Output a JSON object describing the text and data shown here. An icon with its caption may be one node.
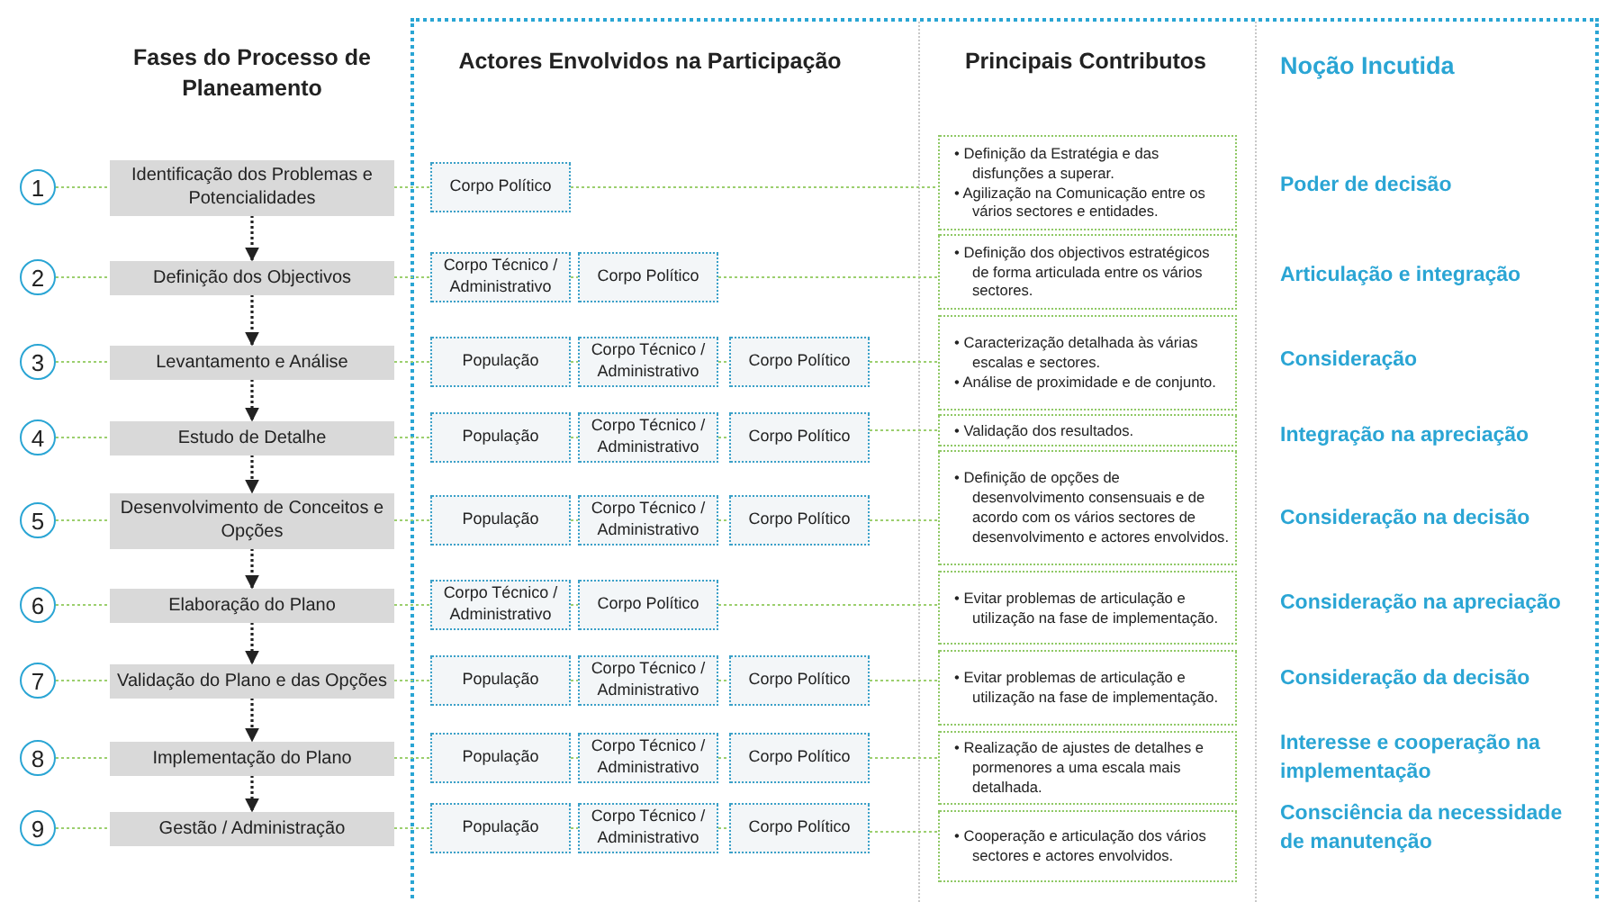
{
  "diagram": {
    "nodes": [
      {
        "text": [
          "1"
        ]
      },
      {
        "text": [
          "Identificação dos Problemas e Potencialidades"
        ]
      },
      {
        "text": [
          "Corpo Político"
        ]
      },
      {
        "text": [
          "• Definição da Estratégia e das disfunções a superar.",
          "• Agilização na Comunicação entre os vários sectores e entidades."
        ]
      },
      {
        "text": [
          "2"
        ]
      },
      {
        "text": [
          "Definição dos Objectivos"
        ]
      },
      {
        "text": [
          "Corpo Técnico / Administrativo"
        ]
      },
      {
        "text": [
          "Corpo Político"
        ]
      },
      {
        "text": [
          "• Definição dos objectivos estratégicos de forma articulada entre os vários sectores."
        ]
      },
      {
        "text": [
          "3"
        ]
      },
      {
        "text": [
          "Levantamento e Análise"
        ]
      },
      {
        "text": [
          "População"
        ]
      },
      {
        "text": [
          "Corpo Técnico / Administrativo"
        ]
      },
      {
        "text": [
          "Corpo Político"
        ]
      },
      {
        "text": [
          "• Caracterização detalhada às várias escalas e sectores.",
          "• Análise de proximidade e de conjunto."
        ]
      },
      {
        "text": [
          "4"
        ]
      },
      {
        "text": [
          "Estudo de Detalhe"
        ]
      },
      {
        "text": [
          "População"
        ]
      },
      {
        "text": [
          "Corpo Técnico / Administrativo"
        ]
      },
      {
        "text": [
          "Corpo Político"
        ]
      },
      {
        "text": [
          "• Validação dos resultados."
        ]
      },
      {
        "text": [
          "5"
        ]
      },
      {
        "text": [
          "Desenvolvimento de Conceitos e Opções"
        ]
      },
      {
        "text": [
          "População"
        ]
      },
      {
        "text": [
          "Corpo Técnico / Administrativo"
        ]
      },
      {
        "text": [
          "Corpo Político"
        ]
      },
      {
        "text": [
          "• Definição de opções de desenvolvimento consensuais e de acordo com os vários sectores de desenvolvimento e actores envolvidos."
        ]
      },
      {
        "text": [
          "6"
        ]
      },
      {
        "text": [
          "Elaboração do Plano"
        ]
      },
      {
        "text": [
          "Corpo Técnico / Administrativo"
        ]
      },
      {
        "text": [
          "Corpo Político"
        ]
      },
      {
        "text": [
          "• Evitar problemas de articulação e utilização na fase de implementação."
        ]
      },
      {
        "text": [
          "7"
        ]
      },
      {
        "text": [
          "Validação do Plano e das Opções"
        ]
      },
      {
        "text": [
          "População"
        ]
      },
      {
        "text": [
          "Corpo Técnico / Administrativo"
        ]
      },
      {
        "text": [
          "Corpo Político"
        ]
      },
      {
        "text": [
          "• Evitar problemas de articulação e utilização na fase de implementação."
        ]
      },
      {
        "text": [
          "8"
        ]
      },
      {
        "text": [
          "Implementação do Plano"
        ]
      },
      {
        "text": [
          "População"
        ]
      },
      {
        "text": [
          "Corpo Técnico / Administrativo"
        ]
      },
      {
        "text": [
          "Corpo Político"
        ]
      },
      {
        "text": [
          "• Realização de ajustes de detalhes e pormenores a uma escala mais detalhada."
        ]
      },
      {
        "text": [
          "9"
        ]
      },
      {
        "text": [
          "Gestão / Administração"
        ]
      },
      {
        "text": [
          "População"
        ]
      },
      {
        "text": [
          "Corpo Técnico / Administrativo"
        ]
      },
      {
        "text": [
          "Corpo Político"
        ]
      },
      {
        "text": [
          "• Cooperação e articulação dos vários sectores e actores envolvidos."
        ]
      }
    ],
    "edges": [
      {
        "from": 0,
        "to": 1,
        "arrow": "none"
      },
      {
        "from": 1,
        "to": 2,
        "arrow": "none"
      },
      {
        "from": 2,
        "to": 3,
        "arrow": "none"
      },
      {
        "from": 1,
        "to": 5,
        "arrow": "to",
        "color": "#222222"
      },
      {
        "from": 4,
        "to": 5,
        "arrow": "none"
      },
      {
        "from": 5,
        "to": 6,
        "arrow": "none"
      },
      {
        "from": 6,
        "to": 7,
        "arrow": "none"
      },
      {
        "from": 7,
        "to": 8,
        "arrow": "none"
      },
      {
        "from": 5,
        "to": 10,
        "arrow": "to",
        "color": "#222222"
      },
      {
        "from": 9,
        "to": 10,
        "arrow": "none"
      },
      {
        "from": 10,
        "to": 11,
        "arrow": "none"
      },
      {
        "from": 11,
        "to": 12,
        "arrow": "none"
      },
      {
        "from": 12,
        "to": 13,
        "arrow": "none"
      },
      {
        "from": 13,
        "to": 14,
        "arrow": "none"
      },
      {
        "from": 10,
        "to": 16,
        "arrow": "to",
        "color": "#222222"
      },
      {
        "from": 15,
        "to": 16,
        "arrow": "none"
      },
      {
        "from": 16,
        "to": 17,
        "arrow": "none"
      },
      {
        "from": 17,
        "to": 18,
        "arrow": "none"
      },
      {
        "from": 18,
        "to": 19,
        "arrow": "none"
      },
      {
        "from": 19,
        "to": 20,
        "arrow": "none"
      },
      {
        "from": 16,
        "to": 22,
        "arrow": "to",
        "color": "#222222"
      },
      {
        "from": 21,
        "to": 22,
        "arrow": "none"
      },
      {
        "from": 22,
        "to": 23,
        "arrow": "none"
      },
      {
        "from": 23,
        "to": 24,
        "arrow": "none"
      },
      {
        "from": 24,
        "to": 25,
        "arrow": "none"
      },
      {
        "from": 25,
        "to": 26,
        "arrow": "none"
      },
      {
        "from": 22,
        "to": 28,
        "arrow": "to",
        "color": "#222222"
      },
      {
        "from": 27,
        "to": 28,
        "arrow": "none"
      },
      {
        "from": 28,
        "to": 29,
        "arrow": "none"
      },
      {
        "from": 29,
        "to": 30,
        "arrow": "none"
      },
      {
        "from": 30,
        "to": 31,
        "arrow": "none"
      },
      {
        "from": 28,
        "to": 33,
        "arrow": "to",
        "color": "#222222"
      },
      {
        "from": 32,
        "to": 33,
        "arrow": "none"
      },
      {
        "from": 33,
        "to": 34,
        "arrow": "none"
      },
      {
        "from": 34,
        "to": 35,
        "arrow": "none"
      },
      {
        "from": 35,
        "to": 36,
        "arrow": "none"
      },
      {
        "from": 36,
        "to": 37,
        "arrow": "none"
      },
      {
        "from": 33,
        "to": 39,
        "arrow": "to",
        "color": "#222222"
      },
      {
        "from": 38,
        "to": 39,
        "arrow": "none"
      },
      {
        "from": 39,
        "to": 40,
        "arrow": "none"
      },
      {
        "from": 40,
        "to": 41,
        "arrow": "none"
      },
      {
        "from": 41,
        "to": 42,
        "arrow": "none"
      },
      {
        "from": 42,
        "to": 43,
        "arrow": "none"
      },
      {
        "from": 39,
        "to": 45,
        "arrow": "to",
        "color": "#222222"
      },
      {
        "from": 44,
        "to": 45,
        "arrow": "none"
      },
      {
        "from": 45,
        "to": 46,
        "arrow": "none"
      },
      {
        "from": 46,
        "to": 47,
        "arrow": "none"
      },
      {
        "from": 47,
        "to": 48,
        "arrow": "none"
      },
      {
        "from": 48,
        "to": 49,
        "arrow": "none"
      }
    ],
    "labels": [
      "Fases do Processo de Planeamento",
      "Actores Envolvidos na Participação",
      "Principais Contributos",
      "Noção Incutida",
      "Poder de decisão",
      "Articulação e integração",
      "Consideração",
      "Integração na apreciação",
      "Consideração na decisão",
      "Consideração na apreciação",
      "Consideração da decisão",
      "Interesse e cooperação na implementação",
      "Consciência da necessidade de manutenção"
    ]
  }
}
